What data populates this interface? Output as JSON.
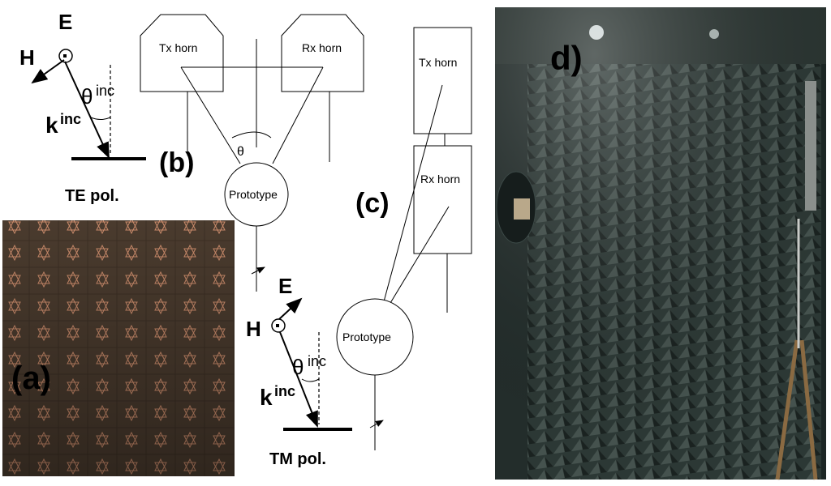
{
  "te": {
    "e_label": "E",
    "h_label": "H",
    "theta_label": "θ",
    "theta_sup": "inc",
    "k_label": "k",
    "k_sup": "inc",
    "pol_label": "TE pol."
  },
  "tm": {
    "e_label": "E",
    "h_label": "H",
    "theta_label": "θ",
    "theta_sup": "inc",
    "k_label": "k",
    "k_sup": "inc",
    "pol_label": "TM pol."
  },
  "panel_b": {
    "label": "(b)",
    "tx_label": "Tx horn",
    "rx_label": "Rx horn",
    "theta_label": "θ",
    "prototype_label": "Prototype"
  },
  "panel_c": {
    "label": "(c)",
    "tx_label": "Tx horn",
    "rx_label": "Rx horn",
    "prototype_label": "Prototype"
  },
  "panel_a": {
    "label": "(a)"
  },
  "panel_d": {
    "label": "d)"
  },
  "colors": {
    "photo_a_bg": "#4a3b2e",
    "star_color": "#c98a6a",
    "chamber_dark": "#1c2624",
    "chamber_mid": "#3a4744"
  }
}
